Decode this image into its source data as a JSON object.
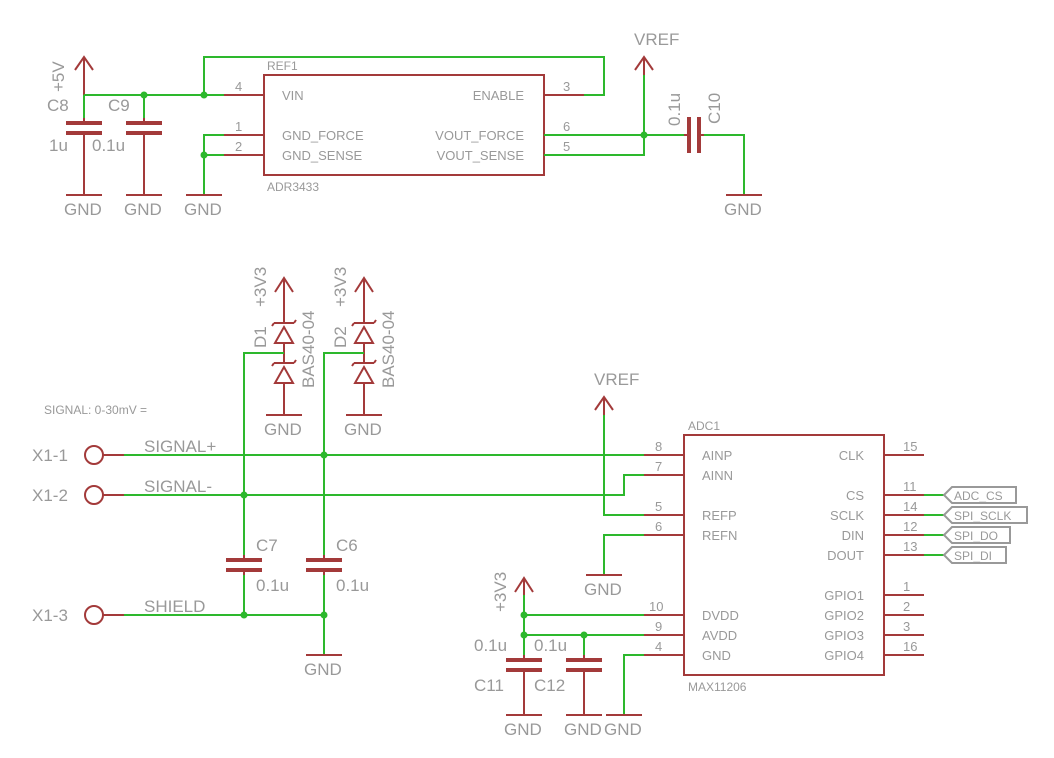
{
  "reference": {
    "name": "REF1",
    "part": "ADR3433",
    "pins": {
      "vin": {
        "num": "4",
        "name": "VIN"
      },
      "gnd_force": {
        "num": "1",
        "name": "GND_FORCE"
      },
      "gnd_sense": {
        "num": "2",
        "name": "GND_SENSE"
      },
      "enable": {
        "num": "3",
        "name": "ENABLE"
      },
      "vout_force": {
        "num": "6",
        "name": "VOUT_FORCE"
      },
      "vout_sense": {
        "num": "5",
        "name": "VOUT_SENSE"
      }
    }
  },
  "adc": {
    "name": "ADC1",
    "part": "MAX11206",
    "pins": {
      "ainp": {
        "num": "8",
        "name": "AINP"
      },
      "ainn": {
        "num": "7",
        "name": "AINN"
      },
      "refp": {
        "num": "5",
        "name": "REFP"
      },
      "refn": {
        "num": "6",
        "name": "REFN"
      },
      "dvdd": {
        "num": "10",
        "name": "DVDD"
      },
      "avdd": {
        "num": "9",
        "name": "AVDD"
      },
      "gnd": {
        "num": "4",
        "name": "GND"
      },
      "clk": {
        "num": "15",
        "name": "CLK"
      },
      "cs": {
        "num": "11",
        "name": "CS"
      },
      "sclk": {
        "num": "14",
        "name": "SCLK"
      },
      "din": {
        "num": "12",
        "name": "DIN"
      },
      "dout": {
        "num": "13",
        "name": "DOUT"
      },
      "gpio1": {
        "num": "1",
        "name": "GPIO1"
      },
      "gpio2": {
        "num": "2",
        "name": "GPIO2"
      },
      "gpio3": {
        "num": "3",
        "name": "GPIO3"
      },
      "gpio4": {
        "num": "16",
        "name": "GPIO4"
      }
    }
  },
  "capacitors": {
    "c8": {
      "name": "C8",
      "value": "1u"
    },
    "c9": {
      "name": "C9",
      "value": "0.1u"
    },
    "c10": {
      "name": "C10",
      "value": "0.1u"
    },
    "c7": {
      "name": "C7",
      "value": "0.1u"
    },
    "c6": {
      "name": "C6",
      "value": "0.1u"
    },
    "c11": {
      "name": "C11",
      "value": "0.1u"
    },
    "c12": {
      "name": "C12",
      "value": "0.1u"
    }
  },
  "diodes": {
    "d1": {
      "name": "D1",
      "part": "BAS40-04"
    },
    "d2": {
      "name": "D2",
      "part": "BAS40-04"
    }
  },
  "connector": {
    "x1_1": "X1-1",
    "x1_2": "X1-2",
    "x1_3": "X1-3"
  },
  "nets": {
    "signal_pos": "SIGNAL+",
    "signal_neg": "SIGNAL-",
    "shield": "SHIELD",
    "note": "SIGNAL: 0-30mV =",
    "vref": "VREF",
    "p5v": "+5V",
    "p3v3": "+3V3",
    "gnd": "GND"
  },
  "labels": {
    "adc_cs": "ADC_CS",
    "spi_sclk": "SPI_SCLK",
    "spi_do": "SPI_DO",
    "spi_di": "SPI_DI"
  },
  "colors": {
    "wire": "#2db82d",
    "symbol": "#a33a3a",
    "text": "#999999",
    "background": "#ffffff"
  }
}
